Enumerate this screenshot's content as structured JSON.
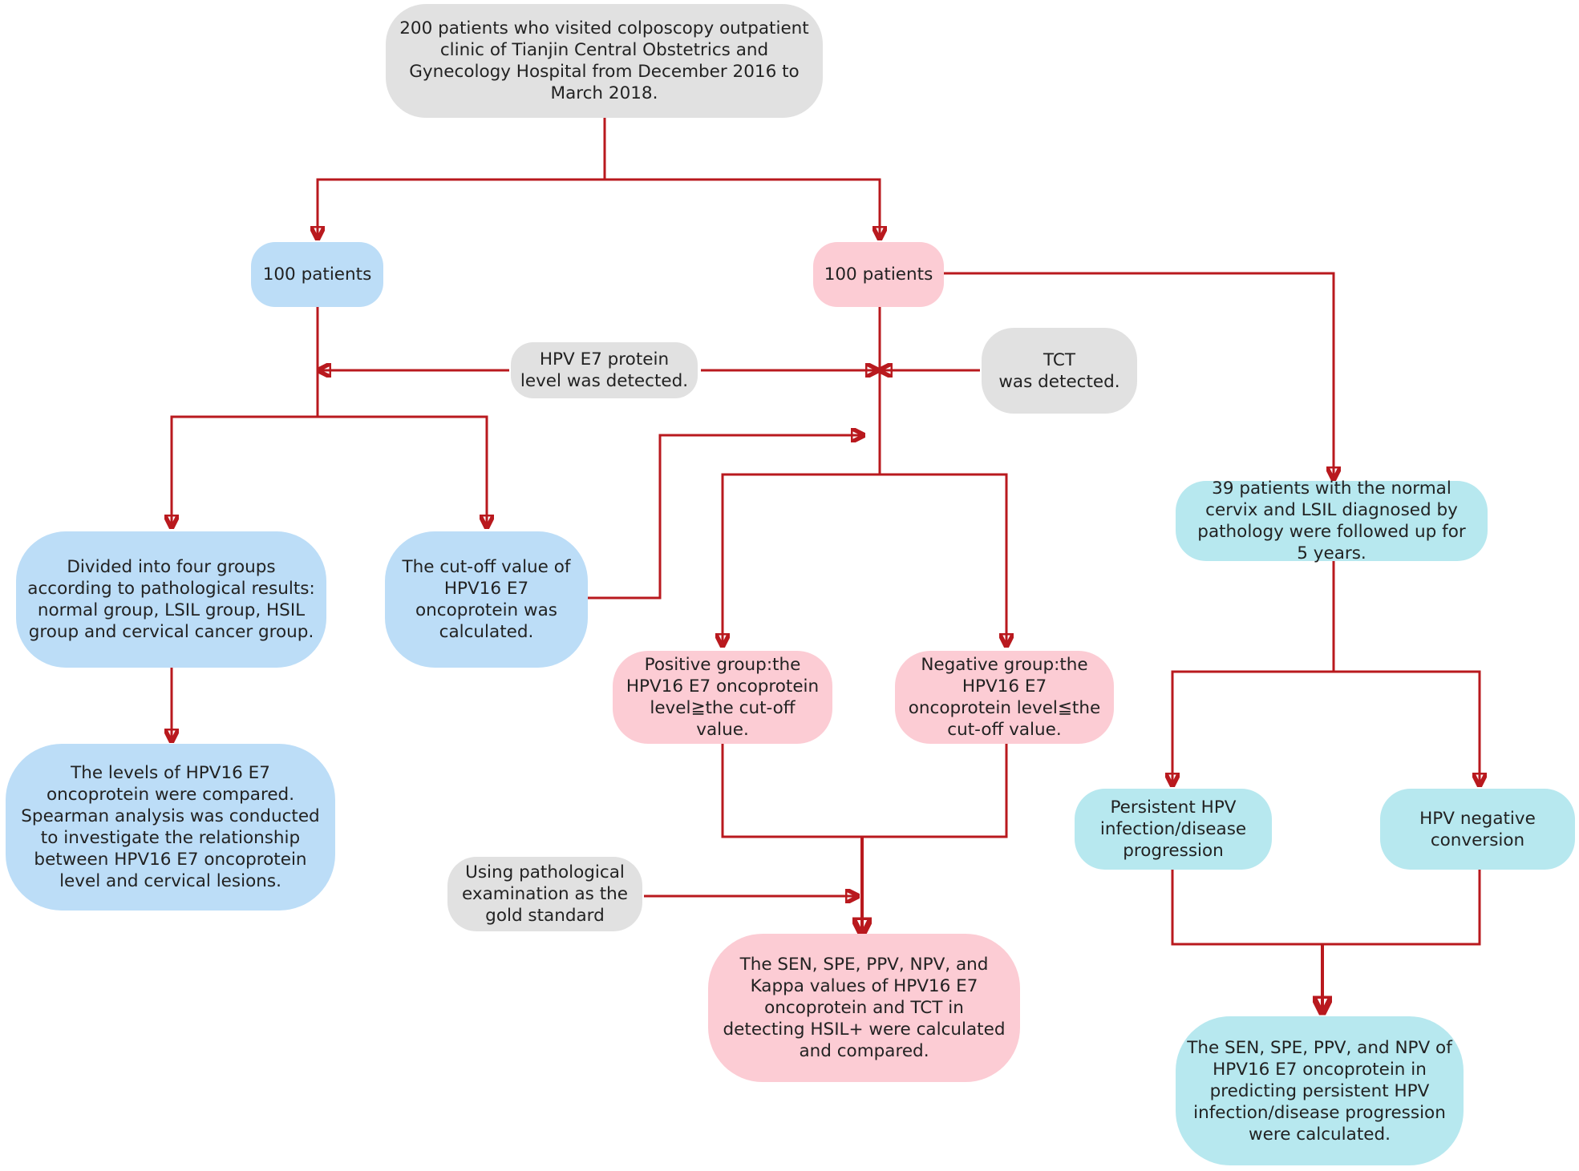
{
  "colors": {
    "connector": "#b9191e",
    "gray_box": "#e1e1e1",
    "blue_box": "#bcddf7",
    "pink_box": "#fcccd4",
    "cyan_box": "#b7e8ef",
    "text": "#222222"
  },
  "nodes": {
    "root": "200 patients who visited colposcopy outpatient\nclinic of Tianjin Central Obstetrics and\nGynecology Hospital from December 2016 to\nMarch 2018.",
    "left_patients": "100 patients",
    "right_patients": "100 patients",
    "hpv_detected": "HPV E7 protein\nlevel was detected.",
    "tct_detected": "TCT\nwas detected.",
    "four_groups": "Divided into four groups\naccording to pathological results:\nnormal group, LSIL group, HSIL\ngroup and cervical cancer group.",
    "cutoff": "The cut-off value of\nHPV16 E7\noncoprotein was\ncalculated.",
    "levels_compared": "The levels of HPV16 E7\noncoprotein were compared.\nSpearman analysis was conducted\nto investigate the relationship\nbetween HPV16 E7 oncoprotein\nlevel and cervical lesions.",
    "positive_group": "Positive group:the\nHPV16 E7 oncoprotein\nlevel≧the cut-off\nvalue.",
    "negative_group": "Negative group:the\nHPV16 E7\noncoprotein level≦the\ncut-off value.",
    "gold_standard": "Using pathological\nexamination as the\ngold standard",
    "sen_spe_kappa": "The SEN, SPE, PPV, NPV, and\nKappa values of HPV16 E7\noncoprotein  and TCT in\ndetecting HSIL+ were calculated\nand compared.",
    "followup": "39 patients with the normal\ncervix and LSIL diagnosed by\npathology were followed up for\n5 years.",
    "persistent": "Persistent HPV\ninfection/disease\nprogression",
    "negative_conversion": "HPV negative\nconversion",
    "sen_spe_persistent": "The SEN, SPE, PPV, and NPV of\nHPV16 E7 oncoprotein in\npredicting persistent HPV\ninfection/disease progression\nwere calculated."
  }
}
